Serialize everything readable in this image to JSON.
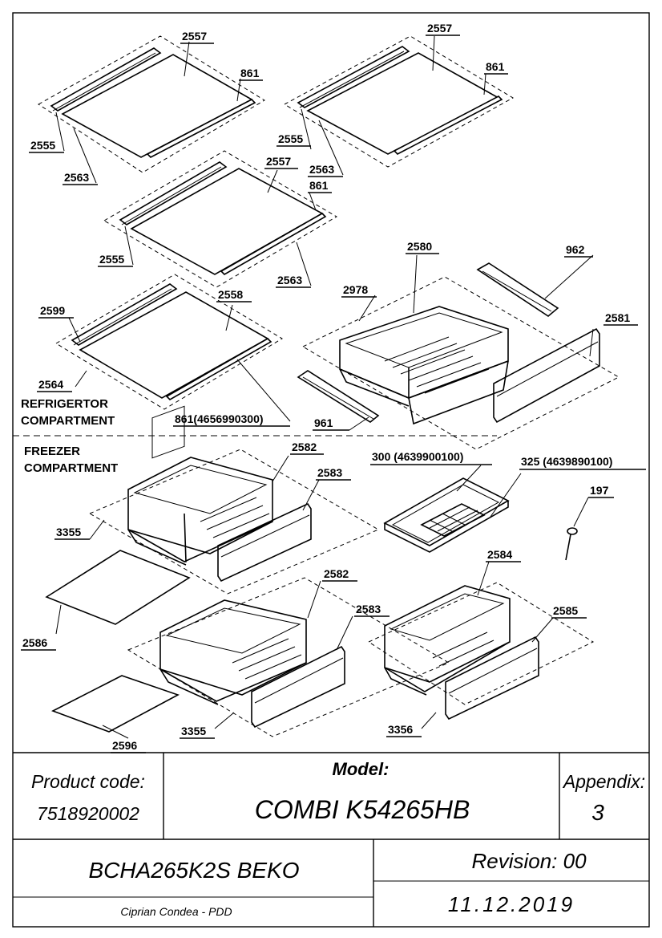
{
  "labels": {
    "l2557a": "2557",
    "l861a": "861",
    "l2555a": "2555",
    "l2563a": "2563",
    "l2557b": "2557",
    "l861b": "861",
    "l2555b": "2555",
    "l2563b": "2563",
    "l2557c": "2557",
    "l861c": "861",
    "l2555c": "2555",
    "l2563c": "2563",
    "l2580": "2580",
    "l962": "962",
    "l2978": "2978",
    "l2581": "2581",
    "l2599": "2599",
    "l2558": "2558",
    "l2564": "2564",
    "l861d": "861(4656990300)",
    "l961": "961",
    "l2582a": "2582",
    "l2583a": "2583",
    "l3355a": "3355",
    "l300": "300 (4639900100)",
    "l325": "325 (4639890100)",
    "l197": "197",
    "l2586": "2586",
    "l2582b": "2582",
    "l2583b": "2583",
    "l2584": "2584",
    "l2585": "2585",
    "l3355b": "3355",
    "l3356": "3356",
    "l2596": "2596"
  },
  "compartments": {
    "refrigerator": [
      "REFRIGERTOR",
      "COMPARTMENT"
    ],
    "freezer": [
      "FREEZER",
      "COMPARTMENT"
    ]
  },
  "title_block": {
    "product_code_label": "Product code:",
    "product_code_value": "7518920002",
    "model_label": "Model:",
    "model_value": "COMBI K54265HB",
    "appendix_label": "Appendix:",
    "appendix_value": "3",
    "brand_model": "BCHA265K2S BEKO",
    "revision": "Revision: 00",
    "date": "11.12.2019",
    "author": "Ciprian Condea - PDD"
  }
}
